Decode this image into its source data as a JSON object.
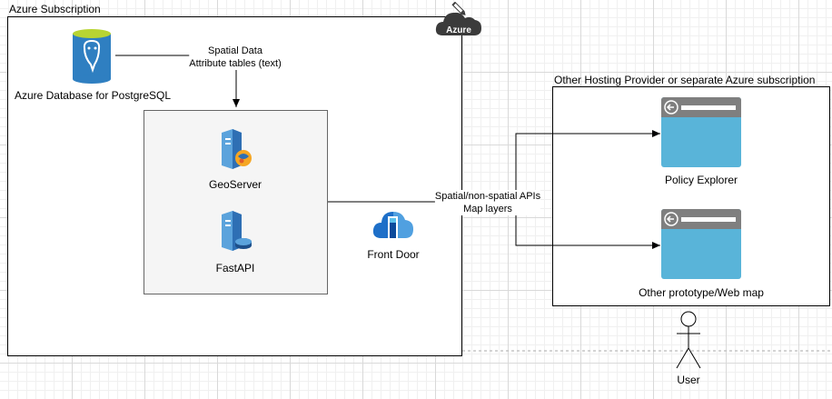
{
  "azure_subscription": {
    "title": "Azure Subscription",
    "badge": "Azure",
    "badge_icon": "azure-cloud-pencil-icon"
  },
  "database": {
    "label": "Azure Database for PostgreSQL",
    "icon": "postgresql-database-icon"
  },
  "db_edge_label": {
    "line1": "Spatial Data",
    "line2": "Attribute tables (text)"
  },
  "server_group": {
    "geoserver": {
      "label": "GeoServer",
      "icon": "geoserver-icon"
    },
    "fastapi": {
      "label": "FastAPI",
      "icon": "fastapi-server-icon"
    }
  },
  "front_door": {
    "label": "Front Door",
    "icon": "front-door-icon"
  },
  "api_edge_label": {
    "line1": "Spatial/non-spatial APIs",
    "line2": "Map layers"
  },
  "other_hosting": {
    "title": "Other Hosting Provider or separate Azure subscription",
    "apps": [
      {
        "label": "Policy Explorer",
        "icon": "web-app-icon"
      },
      {
        "label": "Other prototype/Web map",
        "icon": "web-app-icon"
      }
    ]
  },
  "user": {
    "label": "User",
    "icon": "user-actor-icon"
  },
  "colors": {
    "app_blue": "#59b4d9",
    "app_bar": "#7f7f7f",
    "db_green": "#b8d432",
    "db_blue": "#2f7fc1",
    "group_fill": "#f5f5f5"
  }
}
